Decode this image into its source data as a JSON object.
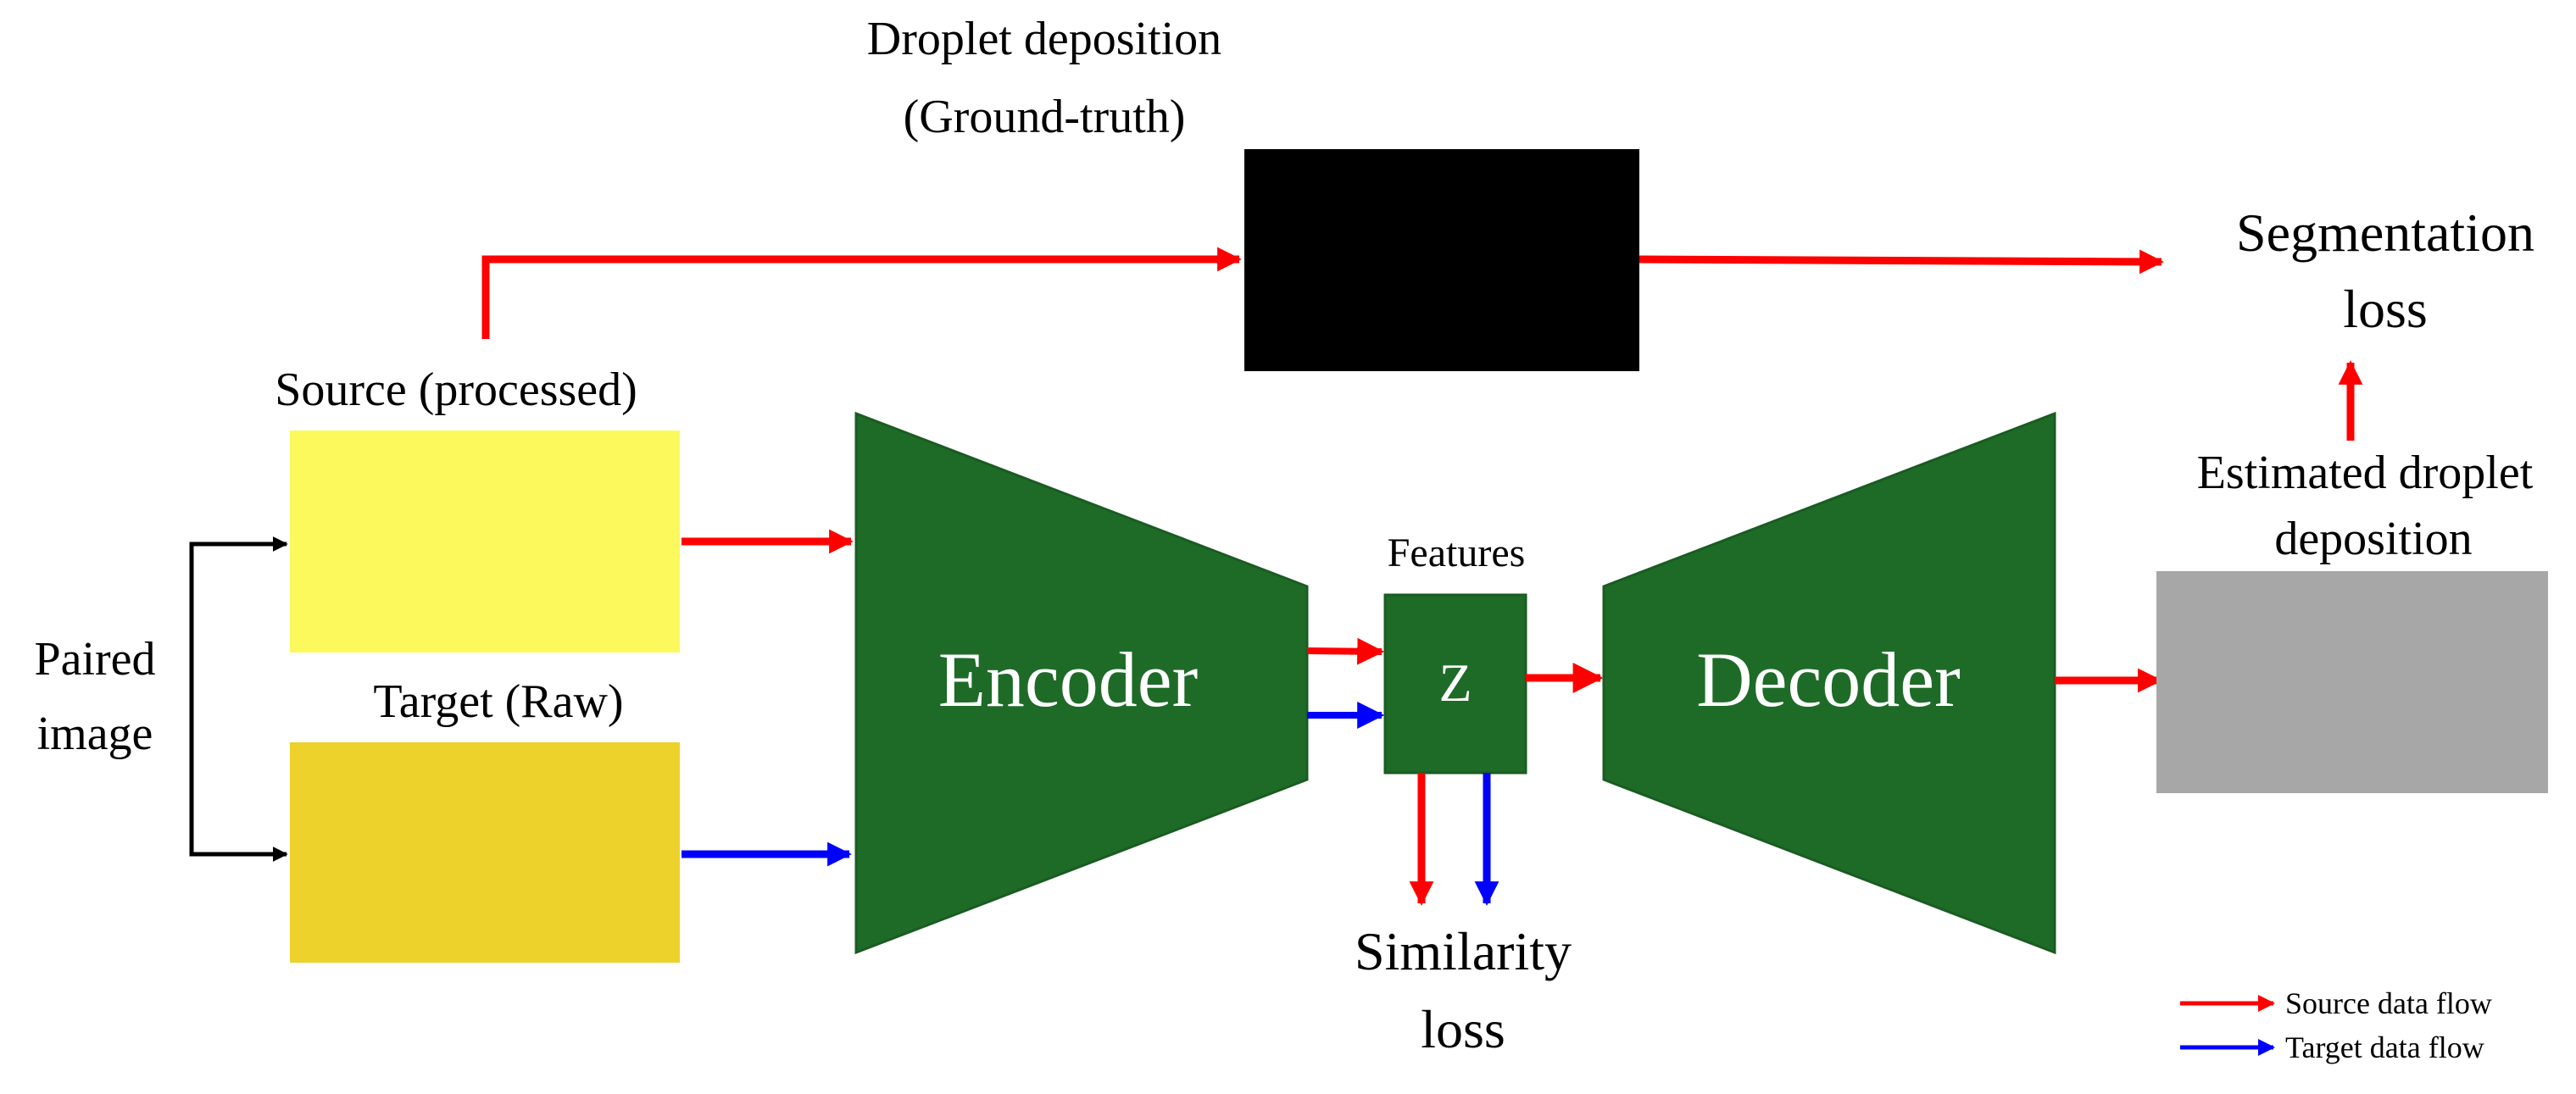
{
  "colors": {
    "source_flow": "#ff0000",
    "target_flow": "#0000ff",
    "network_block": "#1e6b28",
    "source_image": "#fbf95c",
    "target_image": "#ecd22a",
    "ground_truth": "#000000",
    "estimate": "#a7a7a7"
  },
  "labels": {
    "ground_truth_line1": "Droplet deposition",
    "ground_truth_line2": "(Ground-truth)",
    "segmentation_line1": "Segmentation",
    "segmentation_line2": "loss",
    "source": "Source (processed)",
    "target": "Target (Raw)",
    "paired_line1": "Paired",
    "paired_line2": "image",
    "encoder": "Encoder",
    "decoder": "Decoder",
    "features": "Features",
    "z": "Z",
    "estimated_line1": "Estimated droplet",
    "estimated_line2": "deposition",
    "similarity_line1": "Similarity",
    "similarity_line2": "loss"
  },
  "legend": {
    "source": "Source data flow",
    "target": "Target data flow"
  }
}
